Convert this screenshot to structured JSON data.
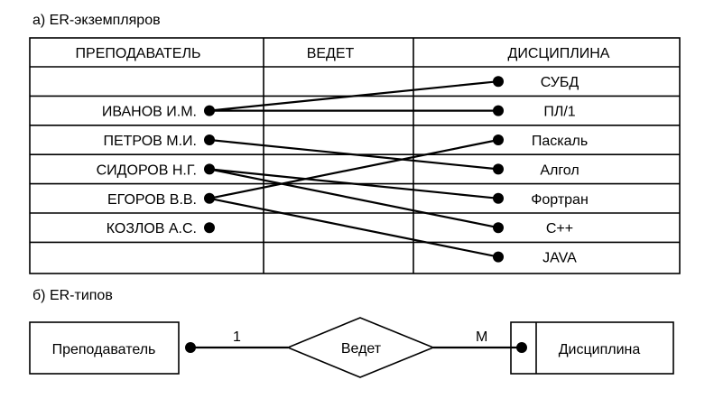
{
  "section_a": {
    "title": "а) ER-экземпляров",
    "headers": {
      "left": "ПРЕПОДАВАТЕЛЬ",
      "middle": "ВЕДЕТ",
      "right": "ДИСЦИПЛИНА"
    },
    "teachers": [
      {
        "row": 1,
        "name": "ИВАНОВ И.М."
      },
      {
        "row": 2,
        "name": "ПЕТРОВ М.И."
      },
      {
        "row": 3,
        "name": "СИДОРОВ Н.Г."
      },
      {
        "row": 4,
        "name": "ЕГОРОВ В.В."
      },
      {
        "row": 5,
        "name": "КОЗЛОВ А.С."
      }
    ],
    "disciplines": [
      {
        "row": 0,
        "name": "СУБД"
      },
      {
        "row": 1,
        "name": "ПЛ/1"
      },
      {
        "row": 2,
        "name": "Паскаль"
      },
      {
        "row": 3,
        "name": "Алгол"
      },
      {
        "row": 4,
        "name": "Фортран"
      },
      {
        "row": 5,
        "name": "С++"
      },
      {
        "row": 6,
        "name": "JAVA"
      }
    ],
    "links": [
      {
        "teacher": "ИВАНОВ И.М.",
        "discipline": "СУБД"
      },
      {
        "teacher": "ИВАНОВ И.М.",
        "discipline": "ПЛ/1"
      },
      {
        "teacher": "ПЕТРОВ М.И.",
        "discipline": "Алгол"
      },
      {
        "teacher": "СИДОРОВ Н.Г.",
        "discipline": "Фортран"
      },
      {
        "teacher": "СИДОРОВ Н.Г.",
        "discipline": "С++"
      },
      {
        "teacher": "ЕГОРОВ В.В.",
        "discipline": "Паскаль"
      },
      {
        "teacher": "ЕГОРОВ В.В.",
        "discipline": "JAVA"
      }
    ]
  },
  "section_b": {
    "title": "б) ER-типов",
    "entity_left": "Преподаватель",
    "relationship": "Ведет",
    "entity_right": "Дисциплина",
    "cardinality_left": "1",
    "cardinality_right": "М"
  }
}
